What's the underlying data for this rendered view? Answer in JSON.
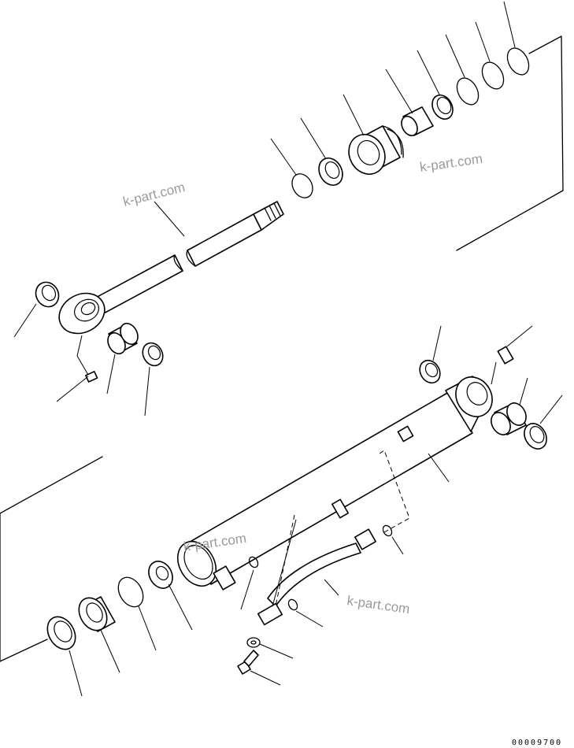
{
  "watermarks": [
    "k-part.com",
    "k-part.com",
    "k-part.com",
    "k-part.com"
  ],
  "drawing_code": "00009700"
}
